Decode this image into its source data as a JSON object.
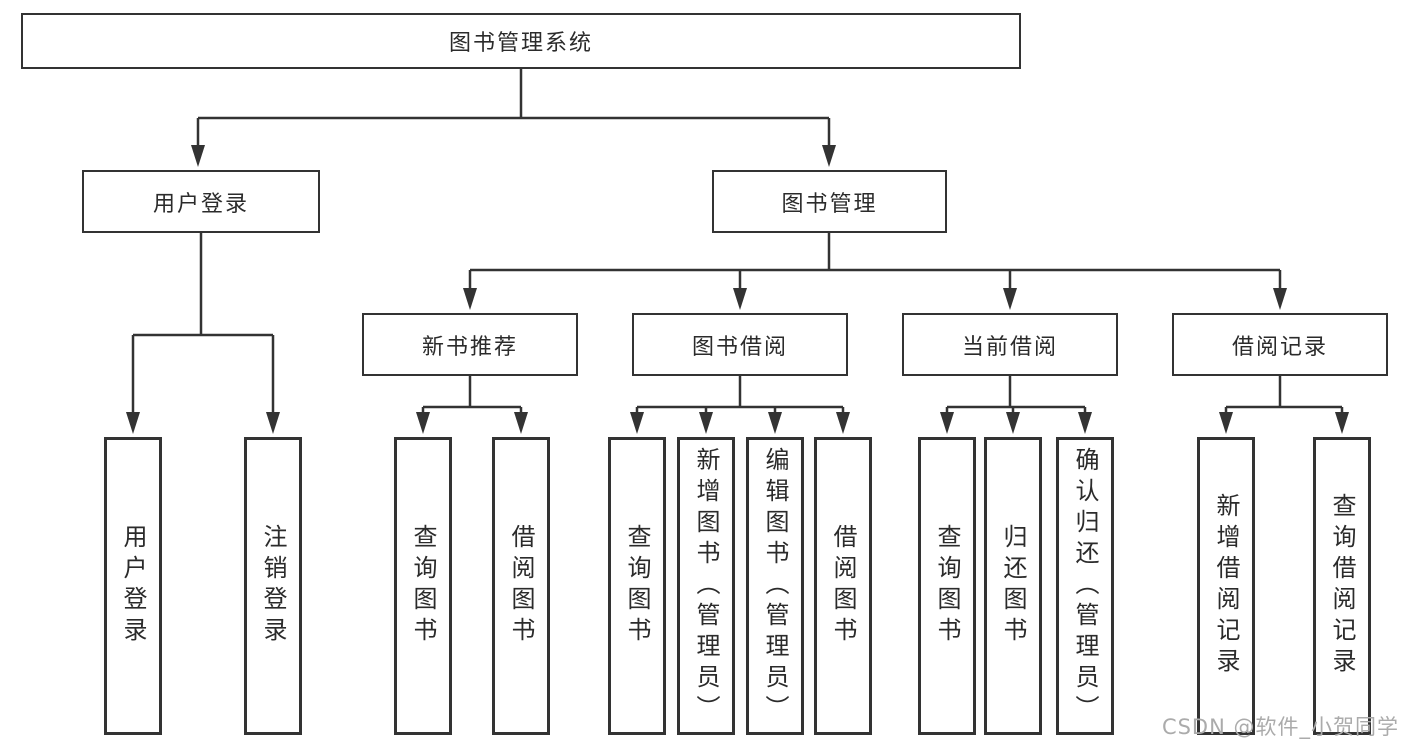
{
  "diagram": {
    "root": {
      "label": "图书管理系统"
    },
    "branches": [
      {
        "label": "用户登录",
        "children": [
          {
            "label": "用户登录"
          },
          {
            "label": "注销登录"
          }
        ]
      },
      {
        "label": "图书管理",
        "sections": [
          {
            "label": "新书推荐",
            "children": [
              {
                "label": "查询图书"
              },
              {
                "label": "借阅图书"
              }
            ]
          },
          {
            "label": "图书借阅",
            "children": [
              {
                "label": "查询图书"
              },
              {
                "label": "新增图书（管理员）"
              },
              {
                "label": "编辑图书（管理员）"
              },
              {
                "label": "借阅图书"
              }
            ]
          },
          {
            "label": "当前借阅",
            "children": [
              {
                "label": "查询图书"
              },
              {
                "label": "归还图书"
              },
              {
                "label": "确认归还（管理员）"
              }
            ]
          },
          {
            "label": "借阅记录",
            "children": [
              {
                "label": "新增借阅记录"
              },
              {
                "label": "查询借阅记录"
              }
            ]
          }
        ]
      }
    ]
  },
  "watermark": {
    "text": "CSDN @软件_小贺同学"
  },
  "colors": {
    "line": "#333333",
    "box_border": "#333333",
    "text": "#2b2b2b",
    "watermark": "#ababab",
    "background": "#ffffff"
  }
}
